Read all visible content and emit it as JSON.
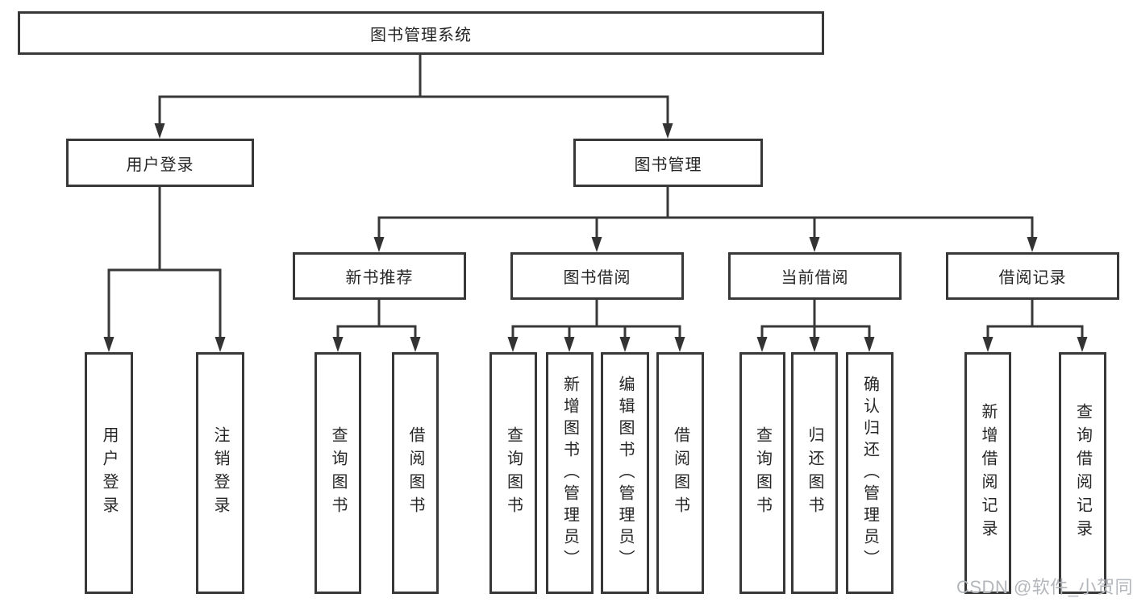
{
  "diagram_title": "图书管理系统",
  "colors": {
    "line": "#383838",
    "box_background": "#ffffff",
    "text": "#262626",
    "watermark": "#b3b6bb"
  },
  "tree": {
    "label": "图书管理系统",
    "children": [
      {
        "label": "用户登录",
        "children": [
          {
            "label": "用户登录"
          },
          {
            "label": "注销登录"
          }
        ]
      },
      {
        "label": "图书管理",
        "children": [
          {
            "label": "新书推荐",
            "children": [
              {
                "label": "查询图书"
              },
              {
                "label": "借阅图书"
              }
            ]
          },
          {
            "label": "图书借阅",
            "children": [
              {
                "label": "查询图书"
              },
              {
                "label": "新增图书（管理员）"
              },
              {
                "label": "编辑图书（管理员）"
              },
              {
                "label": "借阅图书"
              }
            ]
          },
          {
            "label": "当前借阅",
            "children": [
              {
                "label": "查询图书"
              },
              {
                "label": "归还图书"
              },
              {
                "label": "确认归还（管理员）"
              }
            ]
          },
          {
            "label": "借阅记录",
            "children": [
              {
                "label": "新增借阅记录"
              },
              {
                "label": "查询借阅记录"
              }
            ]
          }
        ]
      }
    ]
  },
  "watermark": "CSDN @软件_小贺同学"
}
